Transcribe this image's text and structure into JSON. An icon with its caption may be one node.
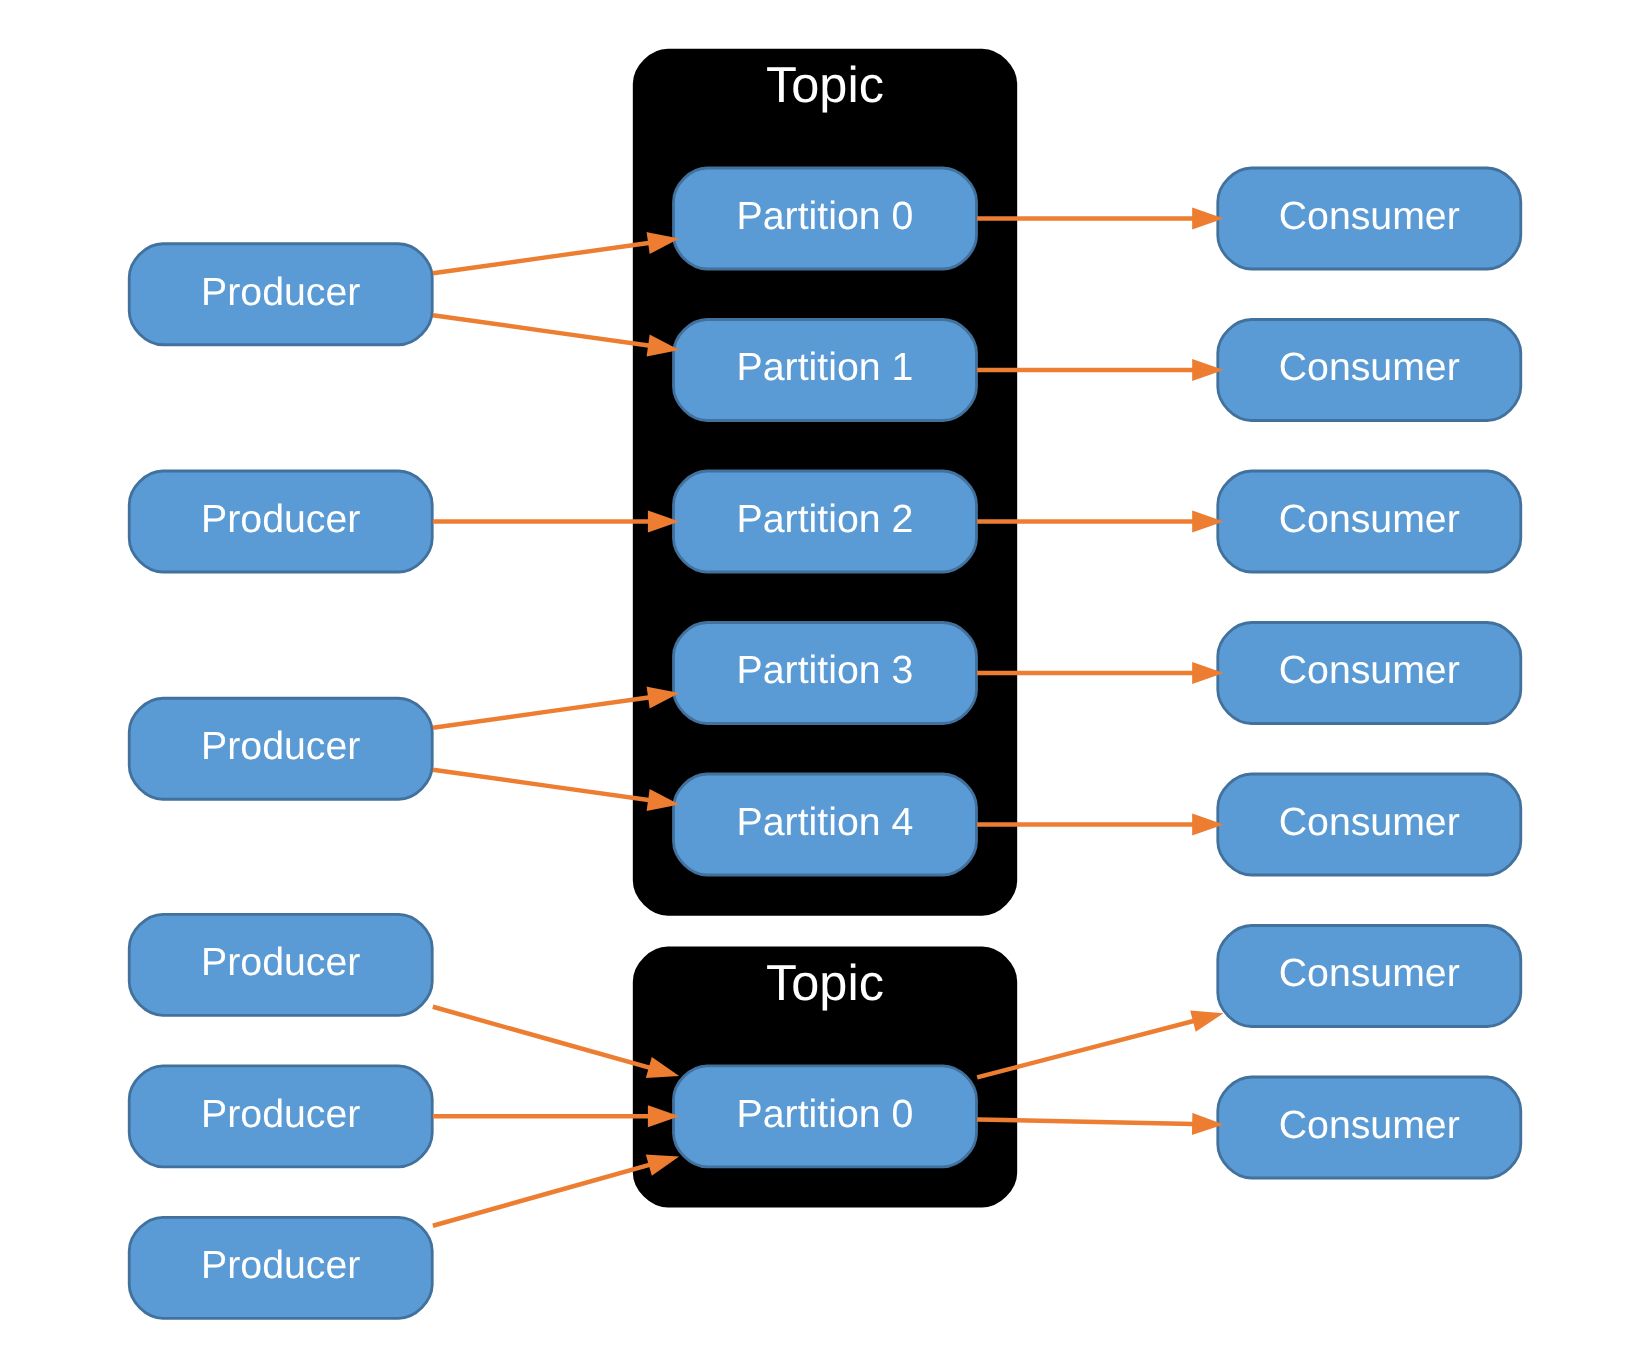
{
  "diagram": {
    "nodes": [
      {
        "text": [
          "Producer"
        ]
      },
      {
        "text": [
          "Producer"
        ]
      },
      {
        "text": [
          "Producer"
        ]
      },
      {
        "text": [
          "Topic"
        ]
      },
      {
        "text": [
          "Partition 0"
        ],
        "in": 3
      },
      {
        "text": [
          "Consumer"
        ]
      },
      {
        "text": [
          "Consumer"
        ]
      },
      {
        "text": [
          "Topic"
        ]
      },
      {
        "text": [
          "Partition 0"
        ],
        "in": 7
      },
      {
        "text": [
          "Partition 1"
        ],
        "in": 7
      },
      {
        "text": [
          "Partition 2"
        ],
        "in": 7
      },
      {
        "text": [
          "Partition 3"
        ],
        "in": 7
      },
      {
        "text": [
          "Partition 4"
        ],
        "in": 7
      },
      {
        "text": [
          "Producer"
        ]
      },
      {
        "text": [
          "Producer"
        ]
      },
      {
        "text": [
          "Producer"
        ]
      },
      {
        "text": [
          "Consumer"
        ]
      },
      {
        "text": [
          "Consumer"
        ]
      },
      {
        "text": [
          "Consumer"
        ]
      },
      {
        "text": [
          "Consumer"
        ]
      },
      {
        "text": [
          "Consumer"
        ]
      }
    ],
    "edges": [
      {
        "from": 0,
        "to": 4,
        "arrow": "to"
      },
      {
        "from": 1,
        "to": 4,
        "arrow": "to"
      },
      {
        "from": 2,
        "to": 4,
        "arrow": "to"
      },
      {
        "from": 4,
        "to": 5,
        "arrow": "to"
      },
      {
        "from": 4,
        "to": 6,
        "arrow": "to"
      },
      {
        "from": 13,
        "to": 8,
        "arrow": "to"
      },
      {
        "from": 13,
        "to": 9,
        "arrow": "to"
      },
      {
        "from": 14,
        "to": 10,
        "arrow": "to"
      },
      {
        "from": 15,
        "to": 11,
        "arrow": "to"
      },
      {
        "from": 15,
        "to": 12,
        "arrow": "to"
      },
      {
        "from": 8,
        "to": 16,
        "arrow": "to"
      },
      {
        "from": 9,
        "to": 17,
        "arrow": "to"
      },
      {
        "from": 10,
        "to": 18,
        "arrow": "to"
      },
      {
        "from": 11,
        "to": 19,
        "arrow": "to"
      },
      {
        "from": 12,
        "to": 20,
        "arrow": "to"
      }
    ]
  }
}
